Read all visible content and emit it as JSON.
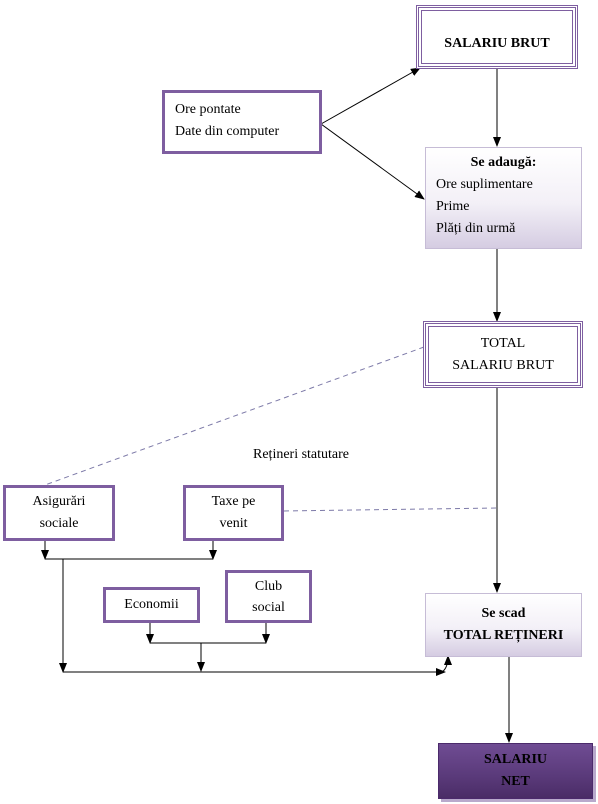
{
  "nodes": {
    "salariu_brut": "SALARIU BRUT",
    "ore_pontate": [
      "Ore pontate",
      "Date din computer"
    ],
    "se_adauga": {
      "title": "Se adaugă:",
      "items": [
        "Ore suplimentare",
        "Prime",
        "Plăți din urmă"
      ]
    },
    "total_salariu_brut": [
      "TOTAL",
      "SALARIU BRUT"
    ],
    "retineri_statutare": "Rețineri statutare",
    "asigurari_sociale": [
      "Asigurări",
      "sociale"
    ],
    "taxe_pe_venit": [
      "Taxe pe",
      "venit"
    ],
    "economii": "Economii",
    "club_social": [
      "Club",
      "social"
    ],
    "se_scad": [
      "Se scad",
      "TOTAL REȚINERI"
    ],
    "salariu_net": [
      "SALARIU",
      "NET"
    ]
  },
  "colors": {
    "border": "#7e5ea0",
    "dark_fill": "#5a3a7a",
    "dashed": "#7d7aa8"
  }
}
